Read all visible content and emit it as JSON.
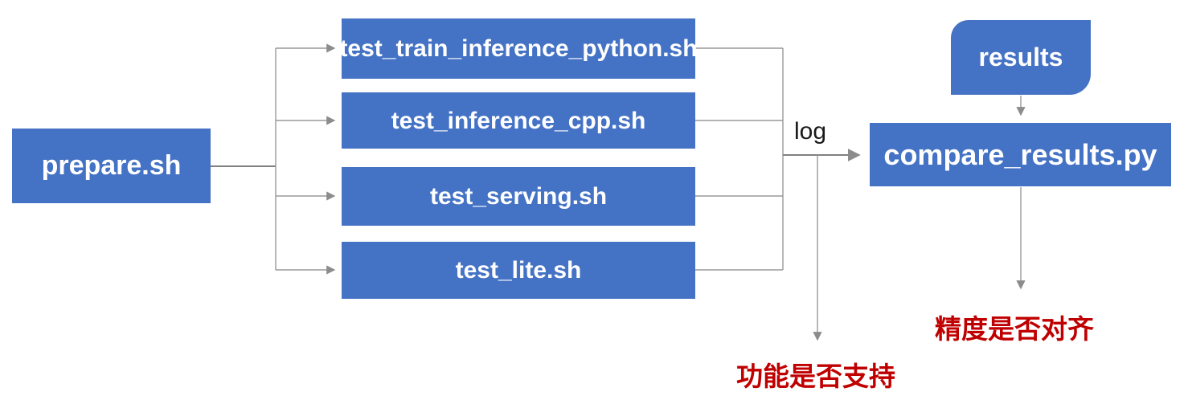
{
  "diagram": {
    "nodes": {
      "prepare": {
        "label": "prepare.sh"
      },
      "tests": [
        {
          "label": "test_train_inference_python.sh"
        },
        {
          "label": "test_inference_cpp.sh"
        },
        {
          "label": "test_serving.sh"
        },
        {
          "label": "test_lite.sh"
        }
      ],
      "results": {
        "label": "results"
      },
      "compare": {
        "label": "compare_results.py"
      }
    },
    "edge_labels": {
      "log": "log"
    },
    "annotations": {
      "function_support": "功能是否支持",
      "accuracy_align": "精度是否对齐"
    },
    "colors": {
      "node_fill": "#4472C4",
      "node_text": "#FFFFFF",
      "connector": "#8C8C8C",
      "annotation_red": "#C00000",
      "edge_label_text": "#1A1A1A"
    }
  }
}
